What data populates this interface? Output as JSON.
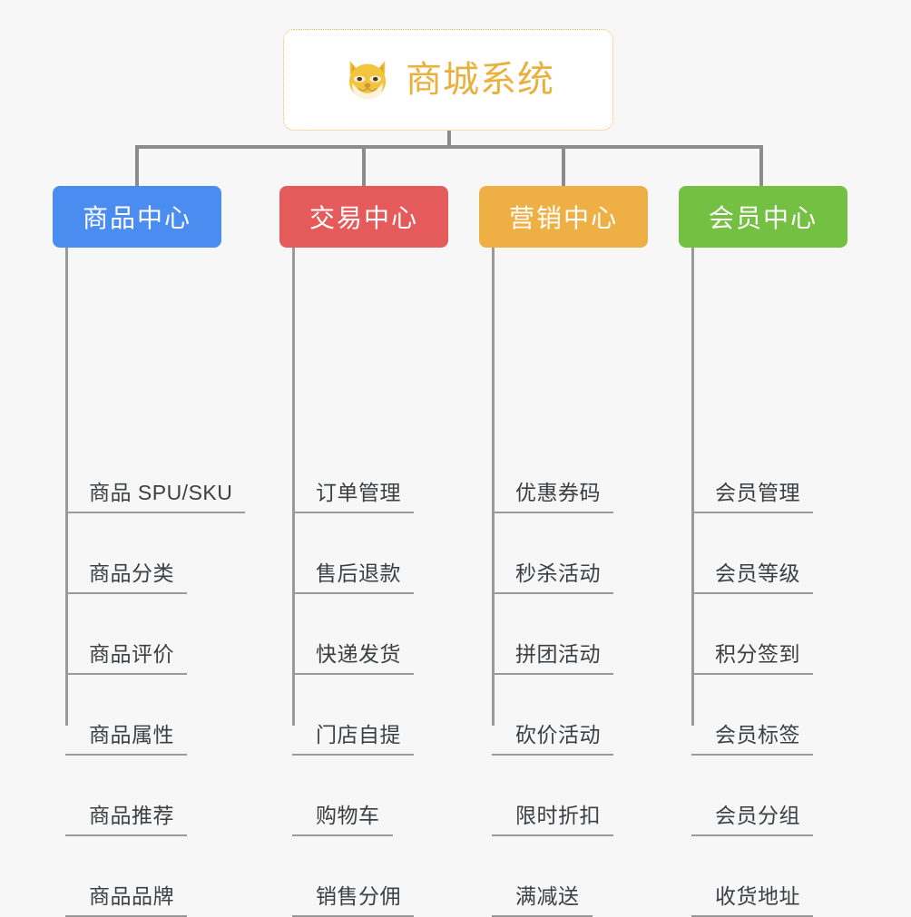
{
  "diagram": {
    "type": "org-tree",
    "background_color": "#f7f7f7",
    "connector_color": "#8c8c8c",
    "root": {
      "icon": "shiba-dog-face-icon",
      "title": "商城系统",
      "title_color": "#e8b03c",
      "border_color": "#f0b94a",
      "border_style": "dotted"
    },
    "columns": [
      {
        "header": "商品中心",
        "color": "#4a8cf0",
        "items": [
          "商品 SPU/SKU",
          "商品分类",
          "商品评价",
          "商品属性",
          "商品推荐",
          "商品品牌"
        ]
      },
      {
        "header": "交易中心",
        "color": "#e55a5a",
        "items": [
          "订单管理",
          "售后退款",
          "快递发货",
          "门店自提",
          "购物车",
          "销售分佣"
        ]
      },
      {
        "header": "营销中心",
        "color": "#eeb045",
        "items": [
          "优惠券码",
          "秒杀活动",
          "拼团活动",
          "砍价活动",
          "限时折扣",
          "满减送"
        ]
      },
      {
        "header": "会员中心",
        "color": "#74c043",
        "items": [
          "会员管理",
          "会员等级",
          "积分签到",
          "会员标签",
          "会员分组",
          "收货地址"
        ]
      }
    ]
  }
}
